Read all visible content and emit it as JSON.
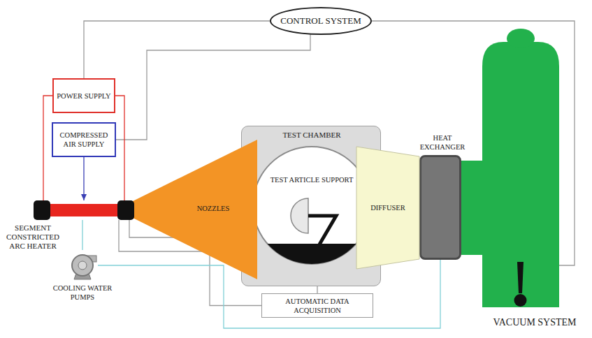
{
  "diagram": {
    "nodes": [
      {
        "text": [
          "CONTROL SYSTEM"
        ]
      },
      {
        "text": [
          "POWER SUPPLY"
        ]
      },
      {
        "text": [
          "COMPRESSED AIR SUPPLY"
        ]
      },
      {
        "text": [
          "TEST CHAMBER"
        ]
      },
      {
        "text": [
          "HEAT EXCHANGER"
        ]
      },
      {
        "text": [
          "TEST ARTICLE SUPPORT"
        ],
        "in": 3
      },
      {
        "text": [
          "NOZZLES"
        ]
      },
      {
        "text": [
          "DIFFUSER"
        ]
      },
      {
        "text": [
          "SEGMENT CONSTRICTED ARC HEATER"
        ]
      },
      {
        "text": [
          "AUTOMATIC DATA ACQUISITION"
        ]
      },
      {
        "text": [
          "COOLING WATER PUMPS"
        ]
      },
      {
        "text": [
          "VACUUM SYSTEM"
        ]
      }
    ],
    "edges": [
      {
        "from": 0,
        "to": 1,
        "arrow": "none"
      },
      {
        "from": 0,
        "to": 2,
        "arrow": "none"
      },
      {
        "from": 0,
        "to": 11,
        "arrow": "none"
      },
      {
        "from": 2,
        "to": 8,
        "arrow": "to"
      },
      {
        "from": 1,
        "to": 8,
        "arrow": "none"
      },
      {
        "from": 8,
        "to": 3,
        "arrow": "none"
      },
      {
        "from": 9,
        "to": 3,
        "arrow": "none"
      },
      {
        "from": 9,
        "to": 8,
        "arrow": "none"
      },
      {
        "from": 10,
        "to": 8,
        "arrow": "none"
      },
      {
        "from": 10,
        "to": 4,
        "arrow": "none"
      }
    ]
  }
}
